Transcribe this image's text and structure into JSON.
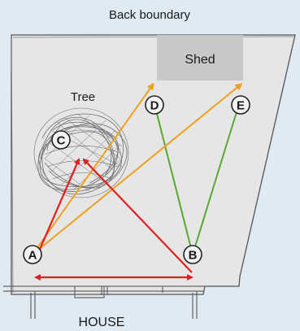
{
  "title": "Back boundary",
  "house_label": "HOUSE",
  "shed_label": "Shed",
  "tree_label": "Tree",
  "points": [
    {
      "id": "A",
      "label": "A"
    },
    {
      "id": "B",
      "label": "B"
    },
    {
      "id": "C",
      "label": "C"
    },
    {
      "id": "D",
      "label": "D"
    },
    {
      "id": "E",
      "label": "E"
    }
  ],
  "colors": {
    "background": "#dfeaf3",
    "garden": "#e6e6e6",
    "shed": "#c8c8c8",
    "red_arrows": "#e02020",
    "orange_arrows": "#f0a020",
    "green_lines": "#5aa832"
  }
}
